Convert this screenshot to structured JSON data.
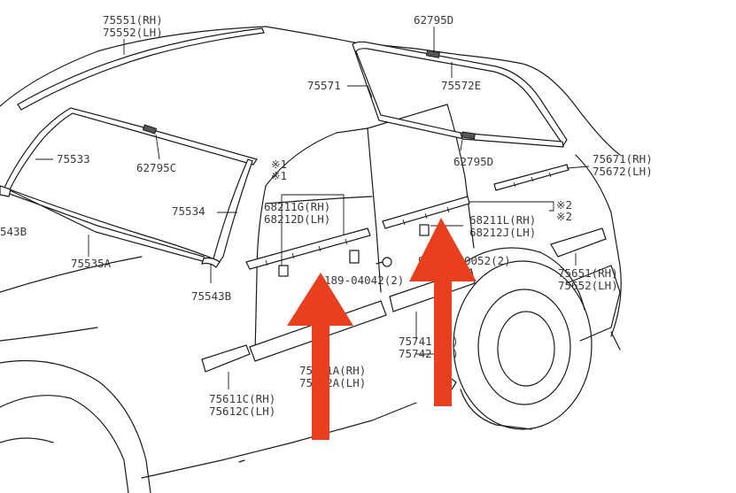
{
  "labels": {
    "l75551": "75551(RH)",
    "l75552": "75552(LH)",
    "l62795d_top": "62795D",
    "l75571": "75571",
    "l75572e": "75572E",
    "l75533": "75533",
    "l62795c": "62795C",
    "l62795d_mid": "62795D",
    "l75671": "75671(RH)",
    "l75672": "75672(LH)",
    "note1a": "※1",
    "note1b": "※1",
    "l68211g": "68211G(RH)",
    "l68212d": "68212D(LH)",
    "note2a": "※2",
    "note2b": "※2",
    "l68211l": "68211L(RH)",
    "l68212j": "68212J(LH)",
    "l75534": "75534",
    "l543b_left": "543B",
    "l75535a": "75535A",
    "l75543b": "75543B",
    "l0052": "0052(2)",
    "l9_partial": "9",
    "l040422": "189-04042(2)",
    "l75651": "75651(RH)",
    "l75652": "75652(LH)",
    "l75741": "75741(RH)",
    "l75742": "75742(LH)",
    "l75731a": "75731A(RH)",
    "l75732a": "75732A(LH)",
    "l75611c": "75611C(RH)",
    "l75612c": "75612C(LH)"
  },
  "colors": {
    "arrow": "#e8401f",
    "label": "#3a3a3a",
    "line": "#1a1a1a"
  }
}
